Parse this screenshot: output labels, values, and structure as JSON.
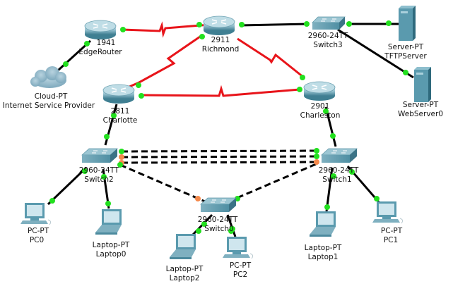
{
  "colors": {
    "port_up": "#22e01e",
    "port_blocking": "#f5894b",
    "serial_link": "#e8141a",
    "ethernet_link": "#000000",
    "device_body": "#5a9aae"
  },
  "devices": {
    "edge_router": {
      "model": "1941",
      "name": "EdgeRouter",
      "icon": "router-icon"
    },
    "richmond": {
      "model": "2911",
      "name": "Richmond",
      "icon": "router-icon"
    },
    "charlotte": {
      "model": "2811",
      "name": "Charlotte",
      "icon": "router-icon"
    },
    "charleston": {
      "model": "2901",
      "name": "Charleston",
      "icon": "router-icon"
    },
    "cloud": {
      "model": "Cloud-PT",
      "name": "Internet Service Provider",
      "icon": "cloud-icon"
    },
    "switch3": {
      "model": "2960-24TT",
      "name": "Switch3",
      "icon": "switch-icon"
    },
    "tftp_server": {
      "model": "Server-PT",
      "name": "TFTPServer",
      "icon": "server-icon"
    },
    "web_server": {
      "model": "Server-PT",
      "name": "WebServer0",
      "icon": "server-icon"
    },
    "switch2": {
      "model": "2960-24TT",
      "name": "Switch2",
      "icon": "switch-icon"
    },
    "switch1": {
      "model": "2960-24TT",
      "name": "Switch1",
      "icon": "switch-icon"
    },
    "switch0": {
      "model": "2960-24TT",
      "name": "Switch0",
      "icon": "switch-icon"
    },
    "pc0": {
      "model": "PC-PT",
      "name": "PC0",
      "icon": "pc-icon"
    },
    "laptop0": {
      "model": "Laptop-PT",
      "name": "Laptop0",
      "icon": "laptop-icon"
    },
    "laptop2": {
      "model": "Laptop-PT",
      "name": "Laptop2",
      "icon": "laptop-icon"
    },
    "pc2": {
      "model": "PC-PT",
      "name": "PC2",
      "icon": "pc-icon"
    },
    "laptop1": {
      "model": "Laptop-PT",
      "name": "Laptop1",
      "icon": "laptop-icon"
    },
    "pc1": {
      "model": "PC-PT",
      "name": "PC1",
      "icon": "pc-icon"
    }
  },
  "links": [
    {
      "from": "EdgeRouter",
      "to": "Richmond",
      "type": "serial"
    },
    {
      "from": "Richmond",
      "to": "Charlotte",
      "type": "serial"
    },
    {
      "from": "Richmond",
      "to": "Charleston",
      "type": "serial"
    },
    {
      "from": "Charlotte",
      "to": "Charleston",
      "type": "serial"
    },
    {
      "from": "EdgeRouter",
      "to": "Internet Service Provider",
      "type": "ethernet"
    },
    {
      "from": "Richmond",
      "to": "Switch3",
      "type": "ethernet"
    },
    {
      "from": "Switch3",
      "to": "TFTPServer",
      "type": "ethernet"
    },
    {
      "from": "Switch3",
      "to": "WebServer0",
      "type": "ethernet"
    },
    {
      "from": "Charlotte",
      "to": "Switch2",
      "type": "ethernet"
    },
    {
      "from": "Charleston",
      "to": "Switch1",
      "type": "ethernet"
    },
    {
      "from": "Switch2",
      "to": "Switch1",
      "type": "crossover",
      "count": 3
    },
    {
      "from": "Switch2",
      "to": "Switch0",
      "type": "crossover"
    },
    {
      "from": "Switch1",
      "to": "Switch0",
      "type": "crossover"
    },
    {
      "from": "Switch2",
      "to": "PC0",
      "type": "ethernet"
    },
    {
      "from": "Switch2",
      "to": "Laptop0",
      "type": "ethernet"
    },
    {
      "from": "Switch0",
      "to": "Laptop2",
      "type": "ethernet"
    },
    {
      "from": "Switch0",
      "to": "PC2",
      "type": "ethernet"
    },
    {
      "from": "Switch1",
      "to": "Laptop1",
      "type": "ethernet"
    },
    {
      "from": "Switch1",
      "to": "PC1",
      "type": "ethernet"
    }
  ]
}
